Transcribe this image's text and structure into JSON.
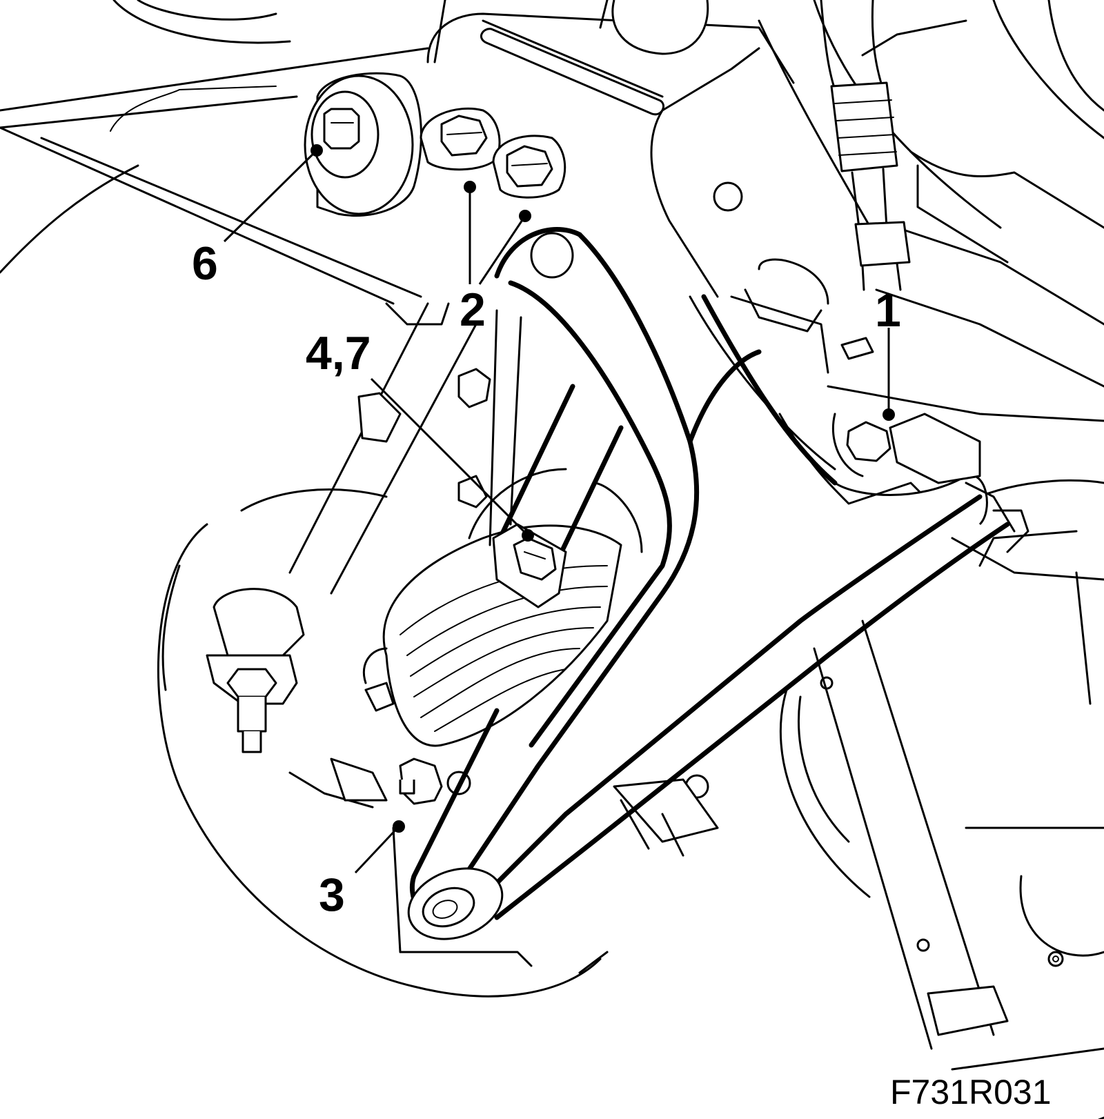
{
  "figure": {
    "code": "F731R031"
  },
  "callouts": [
    {
      "id": "1",
      "label": "1"
    },
    {
      "id": "2",
      "label": "2"
    },
    {
      "id": "3",
      "label": "3"
    },
    {
      "id": "4-7",
      "label": "4,7"
    },
    {
      "id": "6",
      "label": "6"
    }
  ],
  "colors": {
    "line": "#000000",
    "background": "#ffffff"
  }
}
